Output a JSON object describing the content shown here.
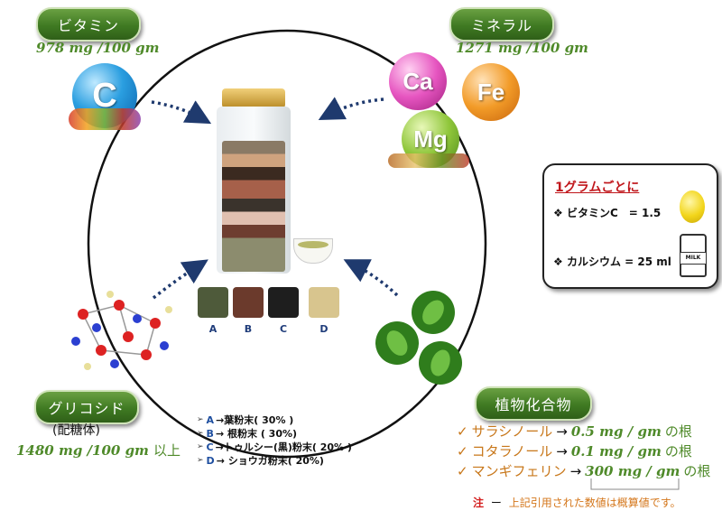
{
  "vitamin": {
    "label": "ビタミン",
    "value": "978 mg /100 gm",
    "icon_letter": "C"
  },
  "mineral": {
    "label": "ミネラル",
    "value": "1271 mg /100 gm",
    "icon_letters": [
      "Ca",
      "Fe",
      "Mg"
    ]
  },
  "glycoside": {
    "label": "グリコシド",
    "sub": "(配糖体)",
    "value": "1480 mg /100 gm",
    "value_suffix": "以上"
  },
  "phytochemical": {
    "label": "植物化合物",
    "items": [
      {
        "check": "✓",
        "name": "サラシノール",
        "arrow": "→",
        "amount": "0.5 mg / gm",
        "suffix": "の根"
      },
      {
        "check": "✓",
        "name": "コタラノール",
        "arrow": "→",
        "amount": "0.1 mg / gm",
        "suffix": "の根"
      },
      {
        "check": "✓",
        "name": "マンギフェリン",
        "arrow": "→",
        "amount": "300 mg / gm",
        "suffix": "の根"
      }
    ],
    "note_mark": "注",
    "note_dash": "ー",
    "note_text": "上記引用された数値は概算値です。"
  },
  "per_gram": {
    "title": "1グラムごとに",
    "rows": [
      {
        "bullet": "❖",
        "text": "ビタミンC　= 1.5"
      },
      {
        "bullet": "❖",
        "text": "カルシウム = 25 ml"
      }
    ],
    "milk_label": "MILK"
  },
  "swatches": [
    {
      "letter": "A",
      "color": "#4e5a3a"
    },
    {
      "letter": "B",
      "color": "#6b3a2c"
    },
    {
      "letter": "C",
      "color": "#1e1e1e"
    },
    {
      "letter": "D",
      "color": "#d8c58e"
    }
  ],
  "legend": [
    {
      "bullet": "➢",
      "key": "A",
      "text": "→葉粉末( 30% )"
    },
    {
      "bullet": "➢",
      "key": "B",
      "text": "→ 根粉末 ( 30%)"
    },
    {
      "bullet": "➢",
      "key": "C",
      "text": "→トゥルシー(黒)粉末( 20% )"
    },
    {
      "bullet": "➢",
      "key": "D",
      "text": "→ ショウガ粉末( 20%)"
    }
  ],
  "colors": {
    "pill_green": "#4a8a2a",
    "value_green": "#4f8a2a",
    "name_orange": "#c8771a",
    "arrow_blue": "#1f3a6e",
    "note_red": "#d42020"
  }
}
